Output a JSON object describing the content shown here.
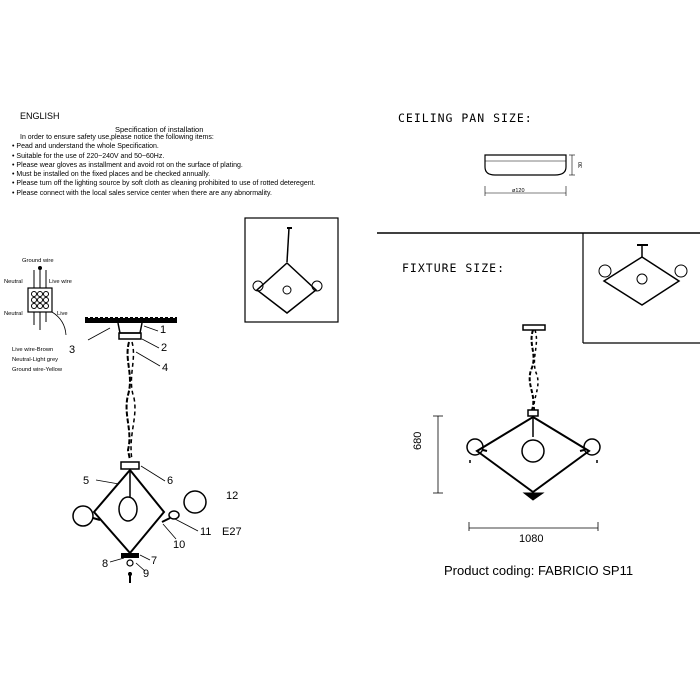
{
  "left_doc": {
    "language": "ENGLISH",
    "spec_title": "Specification of installation",
    "instructions": [
      "In order to ensure safety use,please notice the following items:",
      "• Pead and understand the whole Specification.",
      "• Suitable for the use of 220~240V and 50~60Hz.",
      "• Please wear gloves as installment and avoid rot on the surface of plating.",
      "• Must be installed on the fixed places and be checked annually.",
      "• Please turn off the lighting source by soft cloth as cleaning prohibited to use of rotted deteregent.",
      "• Please connect with the local sales service center when there are any abnormality."
    ]
  },
  "wiring": {
    "ground_wire_label": "Ground wire",
    "neutral_label_left": "Neutral",
    "live_wire_label": "Live wire",
    "neutral_label_bottom": "Neutral",
    "live_label_bottom": "Live",
    "legend": [
      "Live wire-Brown",
      "Neutral-Light grey",
      "Ground wire-Yellow"
    ]
  },
  "parts": {
    "n1": "1",
    "n2": "2",
    "n3": "3",
    "n4": "4",
    "n5": "5",
    "n6": "6",
    "n7": "7",
    "n8": "8",
    "n9": "9",
    "n10": "10",
    "n11": "11",
    "n12": "12",
    "bulb_type": "E27"
  },
  "ceiling_pan": {
    "title": "CEILING PAN SIZE:",
    "diameter": "ø120",
    "height": "30"
  },
  "fixture": {
    "title": "FIXTURE SIZE:",
    "height": "680",
    "width": "1080",
    "product_coding": "Product coding: FABRICIO SP11"
  }
}
